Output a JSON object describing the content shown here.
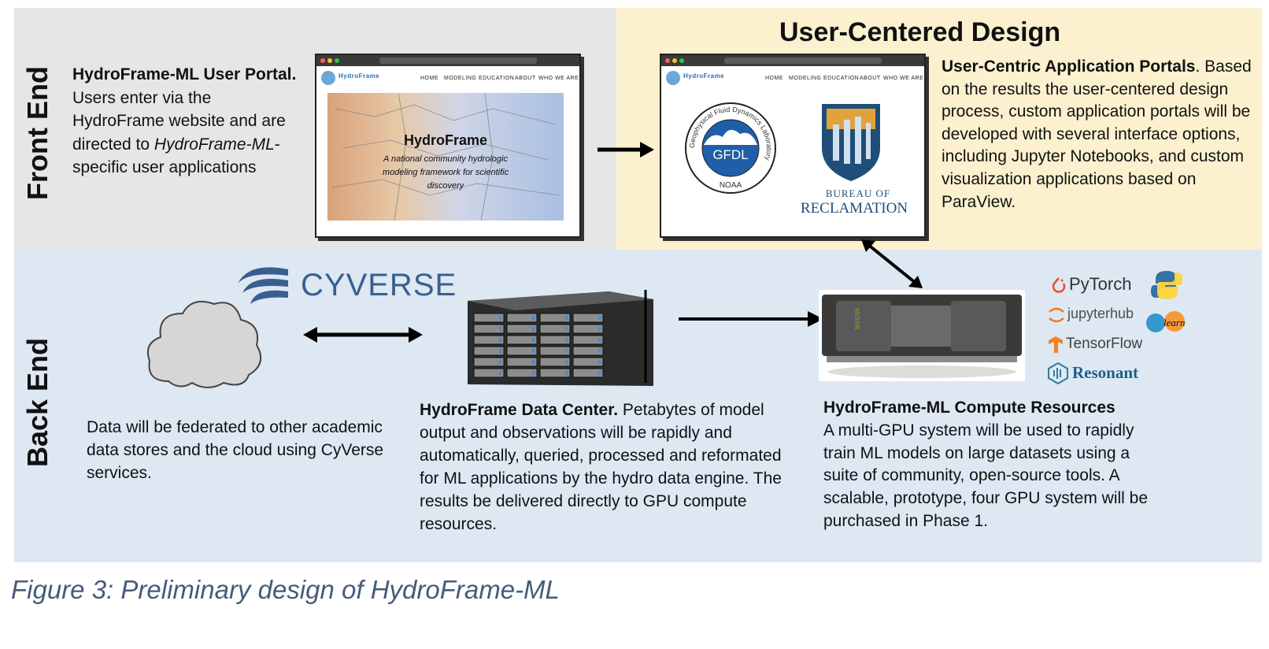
{
  "front_end": {
    "side_label": "Front End",
    "portal_title": "HydroFrame-ML User Portal.",
    "portal_text_1": " Users enter via the HydroFrame website and are directed to ",
    "portal_text_italic": "HydroFrame-ML",
    "portal_text_2": "-specific user applications",
    "website": {
      "brand": "HydroFrame",
      "nav": [
        "HOME",
        "MODELING",
        "EDUCATION",
        "ABOUT",
        "WHO WE ARE"
      ],
      "hero_title": "HydroFrame",
      "hero_subtitle": "A national community hydrologic modeling framework for scientific discovery"
    }
  },
  "ucd": {
    "heading": "User-Centered Design",
    "portals_title": "User-Centric Application Portals",
    "portals_text": ". Based on the results the user-centered design process, custom application portals will be developed with several interface options, including Jupyter Notebooks, and custom visualization applications based on ParaView.",
    "gfdl": {
      "center": "GFDL",
      "ring": "Geophysical Fluid Dynamics Laboratory",
      "bottom": "NOAA"
    },
    "bureau": {
      "line1": "BUREAU OF",
      "line2": "RECLAMATION"
    }
  },
  "back_end": {
    "side_label": "Back End",
    "cyverse": "CYVERSE",
    "cloud_text": "Data will be federated to other academic data stores and the cloud using CyVerse services.",
    "datacenter_title": "HydroFrame Data Center.",
    "datacenter_text": " Petabytes of model output and observations will be rapidly and automatically, queried, processed and reformated for ML applications by the hydro data engine. The results be delivered directly to GPU compute resources.",
    "compute_title": "HydroFrame-ML Compute Resources",
    "compute_text": "A multi-GPU system will be used to rapidly train ML models on large datasets using a suite of community, open-source tools.  A scalable, prototype, four GPU system will be purchased in Phase 1.",
    "tools": [
      "PyTorch",
      "jupyterhub",
      "TensorFlow",
      "Resonant",
      "learn"
    ],
    "gpu_brand": "NVIDIA"
  },
  "caption": "Figure 3: Preliminary design of HydroFrame-ML",
  "colors": {
    "front_bg": "#e6e6e6",
    "ucd_bg": "#fbf1cf",
    "back_bg": "#dde8f3",
    "caption": "#455c7a",
    "cyverse_blue": "#3a5f8f",
    "bureau_blue": "#1f4e79",
    "tensorflow_orange": "#f58220"
  }
}
